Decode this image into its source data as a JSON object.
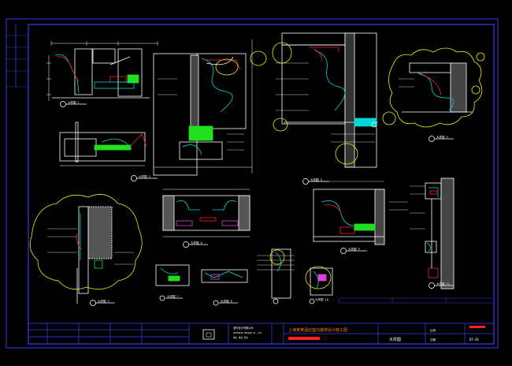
{
  "drawing": {
    "background": "#000000",
    "colors": {
      "frame": "#3a3af0",
      "line": "#ffffff",
      "cyan": "#00d8d8",
      "red": "#ff2020",
      "yellow": "#f0f000",
      "green": "#20e020",
      "magenta": "#e040e0",
      "gray": "#8a8a8a",
      "orange": "#ff8000"
    },
    "details": [
      {
        "id": "1",
        "label": "大样图 1"
      },
      {
        "id": "2",
        "label": "大样图 2"
      },
      {
        "id": "3",
        "label": "大样图 3"
      },
      {
        "id": "4",
        "label": "大样图 4"
      },
      {
        "id": "5",
        "label": "大样图 5"
      },
      {
        "id": "6",
        "label": "大样图 6"
      },
      {
        "id": "7",
        "label": "大样图 7"
      },
      {
        "id": "8",
        "label": "大样图 8"
      },
      {
        "id": "9",
        "label": "大样图 9"
      },
      {
        "id": "10",
        "label": "大样图 10"
      },
      {
        "id": "11",
        "label": "大样图 11"
      }
    ],
    "title_block": {
      "project_title": "上海某某酒店室内装修设计施工图",
      "drawing_name": "大样图",
      "sheet_no": "DT-01",
      "scale_label": "比例",
      "date_label": "日期",
      "company_line1": "室内设计有限公司",
      "company_line2": "INTERIOR DESIGN CO.,LTD",
      "company_line3": "地址 电话 传真"
    }
  }
}
